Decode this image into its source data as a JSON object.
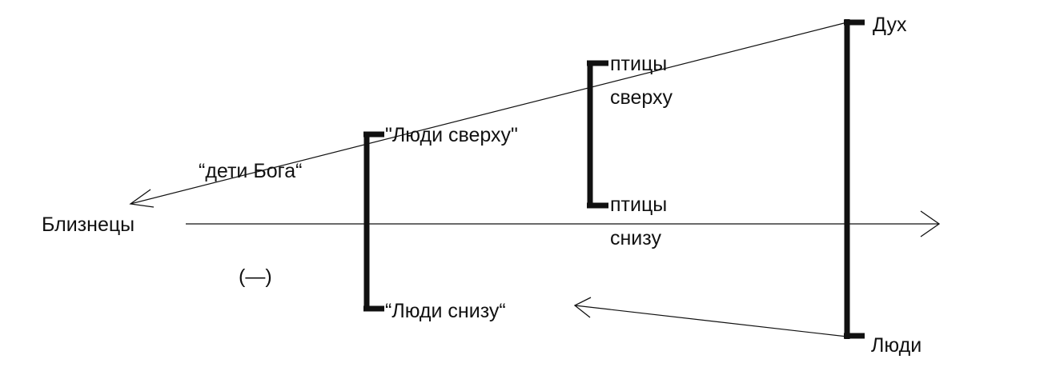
{
  "diagram": {
    "labels": {
      "twins": "Близнецы",
      "children_of_god": "“дети Бога“",
      "minus": "(—)",
      "people_above": "\"Люди сверху\"",
      "people_below": "“Люди снизу“",
      "birds_above_1": "птицы",
      "birds_above_2": "сверху",
      "birds_below_1": "птицы",
      "birds_below_2": "снизу",
      "spirit": "Дух",
      "people": "Люди"
    }
  }
}
